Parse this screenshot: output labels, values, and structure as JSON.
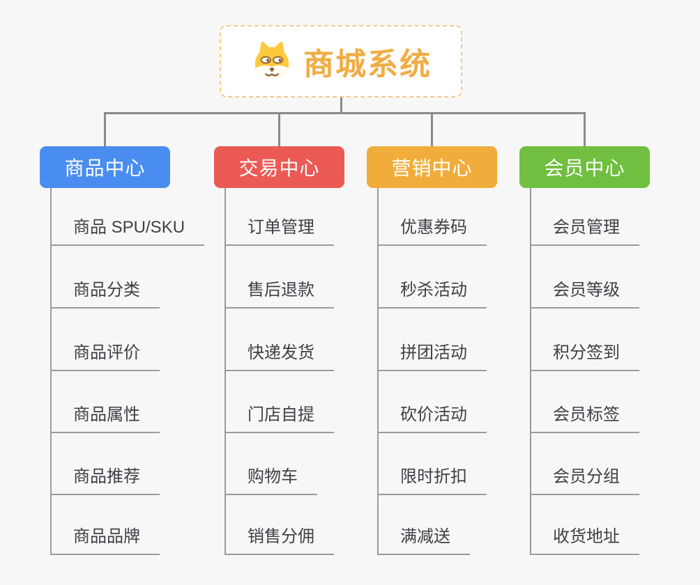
{
  "root": {
    "title": "商城系统",
    "icon": "shiba-dog-icon",
    "border_color": "#f6c98c",
    "text_color": "#f0ad44"
  },
  "colors": {
    "background": "#f7f7f7",
    "connector": "#8a8a8a",
    "leaf_line": "#9b9b9b",
    "leaf_text": "#3d4046"
  },
  "branches": [
    {
      "label": "商品中心",
      "slug": "product-center",
      "color": "#4a8df0",
      "items": [
        "商品 SPU/SKU",
        "商品分类",
        "商品评价",
        "商品属性",
        "商品推荐",
        "商品品牌"
      ]
    },
    {
      "label": "交易中心",
      "slug": "trade-center",
      "color": "#eb5a55",
      "items": [
        "订单管理",
        "售后退款",
        "快递发货",
        "门店自提",
        "购物车",
        "销售分佣"
      ]
    },
    {
      "label": "营销中心",
      "slug": "marketing-center",
      "color": "#f0ad3b",
      "items": [
        "优惠券码",
        "秒杀活动",
        "拼团活动",
        "砍价活动",
        "限时折扣",
        "满减送"
      ]
    },
    {
      "label": "会员中心",
      "slug": "member-center",
      "color": "#70bf40",
      "items": [
        "会员管理",
        "会员等级",
        "积分签到",
        "会员标签",
        "会员分组",
        "收货地址"
      ]
    }
  ]
}
